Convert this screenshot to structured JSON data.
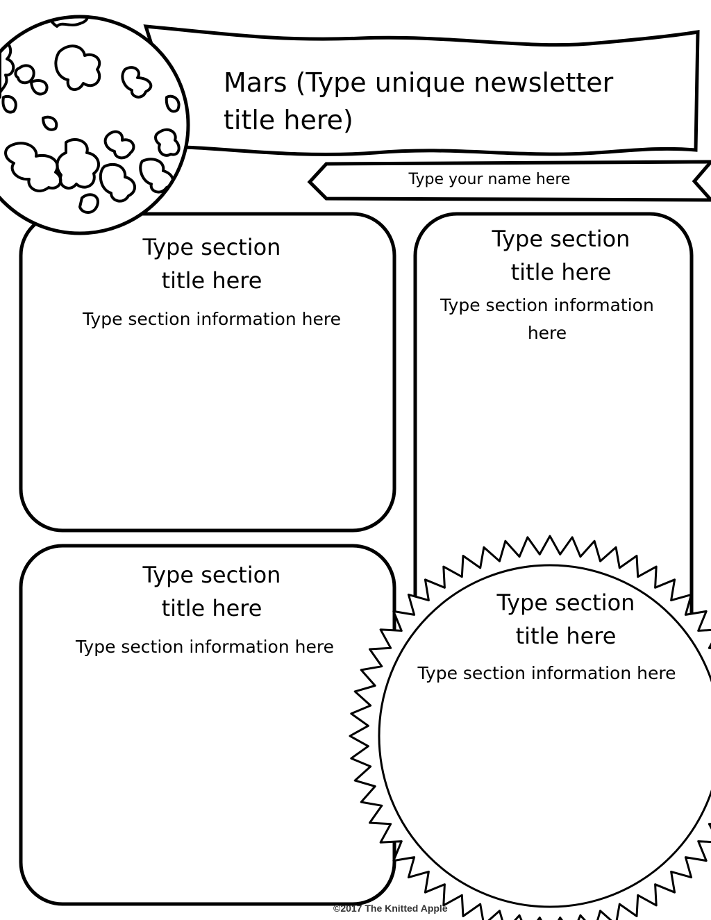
{
  "header": {
    "title": "Mars (Type unique newsletter title here)",
    "name_placeholder": "Type your name here"
  },
  "sections": [
    {
      "title": "Type section title here",
      "info": "Type section information here"
    },
    {
      "title": "Type section title here",
      "info": "Type section information here"
    },
    {
      "title": "Type section title here",
      "info": "Type section information here"
    },
    {
      "title": "Type section title here",
      "info": "Type section information here"
    }
  ],
  "footer": {
    "credit": "©2017 The Knitted Apple"
  },
  "icons": [
    "mars-planet-icon",
    "sun-icon"
  ],
  "colors": {
    "ink": "#000000",
    "paper": "#ffffff"
  }
}
